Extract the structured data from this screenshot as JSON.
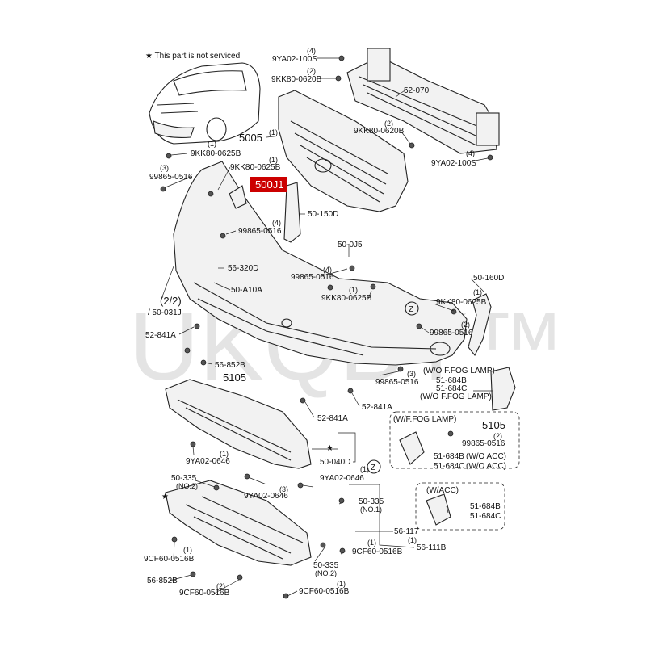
{
  "note": "★ This part is not serviced.",
  "highlight": {
    "label": "500J1",
    "color": "#cc0000"
  },
  "watermark": "UKQBY™",
  "callouts": [
    {
      "id": "c1",
      "label": "9YA02-100S",
      "qty": "(4)"
    },
    {
      "id": "c2",
      "label": "9KK80-0620B",
      "qty": "(2)"
    },
    {
      "id": "c3",
      "label": "52-070",
      "qty": ""
    },
    {
      "id": "c4",
      "label": "9KK80-0620B",
      "qty": "(2)"
    },
    {
      "id": "c5",
      "label": "9YA02-100S",
      "qty": "(4)"
    },
    {
      "id": "c6",
      "label": "5005",
      "qty": "(1)"
    },
    {
      "id": "c7",
      "label": "9KK80-0625B",
      "qty": "(1)"
    },
    {
      "id": "c8",
      "label": "9KK80-0625B",
      "qty": "(1)"
    },
    {
      "id": "c9",
      "label": "99865-0516",
      "qty": "(3)"
    },
    {
      "id": "c10",
      "label": "50-150D",
      "qty": ""
    },
    {
      "id": "c11",
      "label": "99865-0516",
      "qty": "(4)"
    },
    {
      "id": "c12",
      "label": "56-320D",
      "qty": ""
    },
    {
      "id": "c13",
      "label": "50-A10A",
      "qty": ""
    },
    {
      "id": "c14",
      "label": "50-0J5",
      "qty": ""
    },
    {
      "id": "c15",
      "label": "99865-0516",
      "qty": "(4)"
    },
    {
      "id": "c16",
      "label": "9KK80-0625B",
      "qty": "(1)"
    },
    {
      "id": "c17",
      "label": "50-160D",
      "qty": ""
    },
    {
      "id": "c18",
      "label": "9KK80-0625B",
      "qty": "(1)"
    },
    {
      "id": "c19",
      "label": "99865-0516",
      "qty": "(2)"
    },
    {
      "id": "c20",
      "label": "(2/2)",
      "qty": ""
    },
    {
      "id": "c21",
      "label": "/ 50-031J",
      "qty": ""
    },
    {
      "id": "c22",
      "label": "52-841A",
      "qty": ""
    },
    {
      "id": "c23",
      "label": "56-852B",
      "qty": ""
    },
    {
      "id": "c24",
      "label": "5105",
      "qty": ""
    },
    {
      "id": "c25",
      "label": "99865-0516",
      "qty": "(3)"
    },
    {
      "id": "c26",
      "label": "52-841A",
      "qty": ""
    },
    {
      "id": "c27",
      "label": "52-841A",
      "qty": ""
    },
    {
      "id": "c28",
      "label": "9YA02-0646",
      "qty": "(1)"
    },
    {
      "id": "c29",
      "label": "50-040D",
      "qty": ""
    },
    {
      "id": "c30",
      "label": "9YA02-0646",
      "qty": "(1)"
    },
    {
      "id": "c31",
      "label": "9YA02-0646",
      "qty": "(3)"
    },
    {
      "id": "c32",
      "label": "50-335",
      "qty": "(NO.2)"
    },
    {
      "id": "c33",
      "label": "50-335",
      "qty": "(NO.1)"
    },
    {
      "id": "c34",
      "label": "56-117",
      "qty": ""
    },
    {
      "id": "c35",
      "label": "9CF60-0516B",
      "qty": "(1)"
    },
    {
      "id": "c36",
      "label": "9CF60-0516B",
      "qty": "(1)"
    },
    {
      "id": "c37",
      "label": "56-111B",
      "qty": "(1)"
    },
    {
      "id": "c38",
      "label": "56-852B",
      "qty": ""
    },
    {
      "id": "c39",
      "label": "50-335",
      "qty": "(NO.2)"
    },
    {
      "id": "c40",
      "label": "9CF60-0516B",
      "qty": "(2)"
    },
    {
      "id": "c41",
      "label": "9CF60-0516B",
      "qty": "(1)"
    }
  ],
  "fog": {
    "wo_label": "(W/O F.FOG LAMP)",
    "wo_b": "51-684B",
    "wo_c": "51-684C",
    "wo_label2": "(W/O F.FOG LAMP)",
    "w_label": "(W/F.FOG LAMP)",
    "w_5105": "5105",
    "w_bolt": "99865-0516",
    "w_bolt_qty": "(2)",
    "w_b": "51-684B",
    "w_b_note": "(W/O ACC)",
    "w_c": "51-684C",
    "w_c_note": "(W/O ACC)",
    "acc_label": "(W/ACC)",
    "acc_b": "51-684B",
    "acc_c": "51-684C"
  },
  "z_marker": "Z"
}
